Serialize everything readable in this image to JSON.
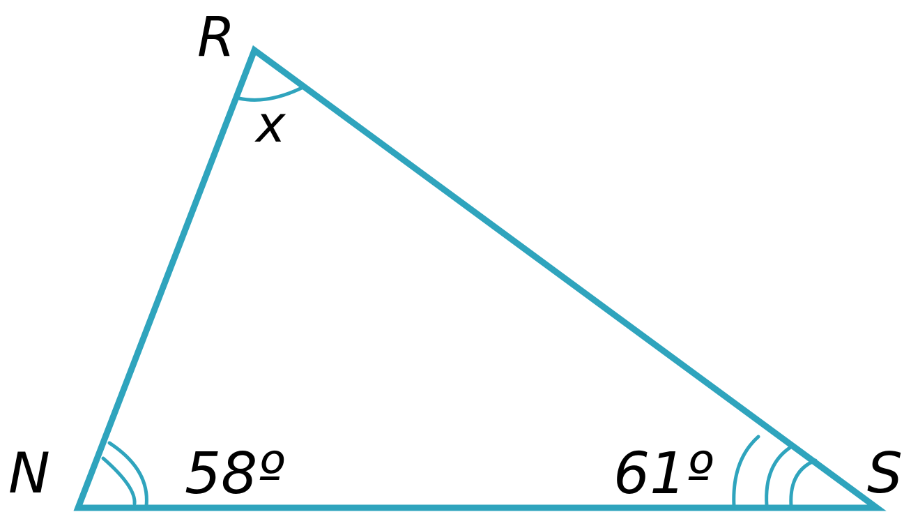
{
  "diagram": {
    "line_color": "#2fa4bd",
    "text_color": "#000000",
    "vertices": {
      "R": "R",
      "N": "N",
      "S": "S"
    },
    "angles": {
      "R": "x",
      "N": "58º",
      "S": "61º"
    }
  }
}
